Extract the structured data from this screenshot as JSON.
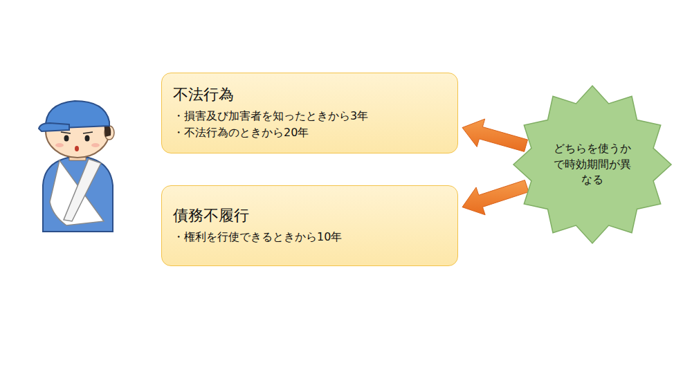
{
  "diagram": {
    "nodes": [
      {
        "text": [
          "不法行為",
          "・損害及び加害者を知ったときから3年",
          "・不法行為のときから20年"
        ]
      },
      {
        "text": [
          "債務不履行",
          "・権利を行使できるときから10年"
        ]
      },
      {
        "text": [
          "どちらを使うかで時効期間が異なる"
        ]
      }
    ],
    "edges": [
      {
        "from": 2,
        "to": 0,
        "arrow": "to"
      },
      {
        "from": 2,
        "to": 1,
        "arrow": "to"
      }
    ]
  }
}
